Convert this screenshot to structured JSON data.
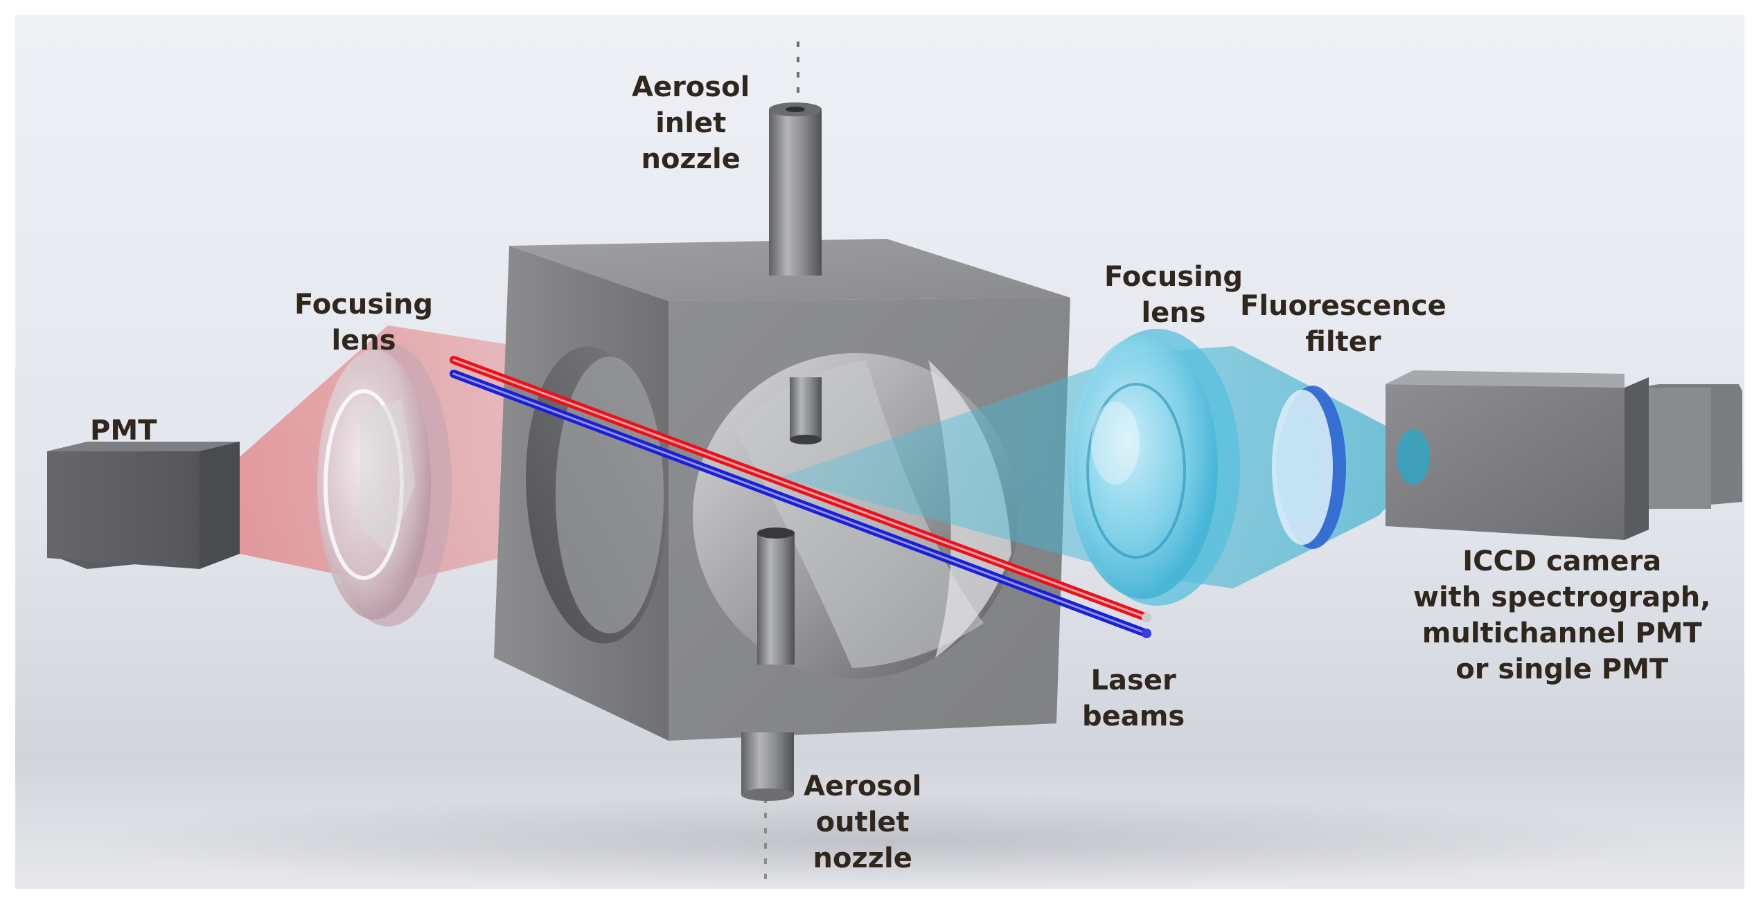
{
  "labels": {
    "pmt": [
      "PMT"
    ],
    "focusing_lens_left": [
      "Focusing",
      "lens"
    ],
    "aerosol_inlet": [
      "Aerosol",
      "inlet",
      "nozzle"
    ],
    "focusing_lens_right": [
      "Focusing",
      "lens"
    ],
    "fluorescence_filter": [
      "Fluorescence",
      "filter"
    ],
    "iccd_camera": [
      "ICCD camera",
      "with spectrograph,",
      "multichannel PMT",
      "or single PMT"
    ],
    "laser_beams": [
      "Laser",
      "beams"
    ],
    "aerosol_outlet": [
      "Aerosol",
      "outlet",
      "nozzle"
    ]
  },
  "colors": {
    "background": "#e4e7ee",
    "metal": "#8a8b8d",
    "laser_red": "#e8121c",
    "laser_blue": "#1a1fd0",
    "fluorescence_red": "#e86a6a",
    "fluorescence_cyan": "#4fc3de",
    "label_text": "#2f261e"
  }
}
